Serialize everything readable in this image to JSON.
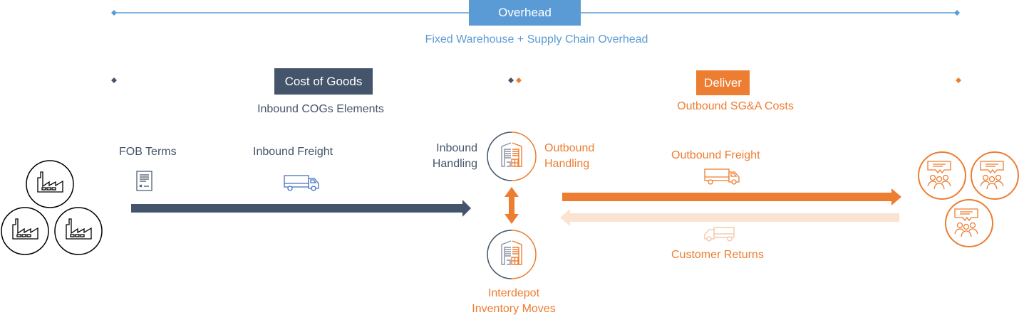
{
  "colors": {
    "overhead": "#5b9bd5",
    "cost_of_goods": "#44546a",
    "deliver": "#ed7d31",
    "returns": "#fbe3d1"
  },
  "overhead": {
    "badge": "Overhead",
    "subtitle": "Fixed Warehouse + Supply Chain Overhead"
  },
  "cost_of_goods": {
    "badge": "Cost of Goods",
    "subtitle": "Inbound COGs Elements"
  },
  "deliver": {
    "badge": "Deliver",
    "subtitle": "Outbound SG&A Costs"
  },
  "inbound": {
    "fob_terms": {
      "label": "FOB Terms",
      "icon": "document-icon"
    },
    "inbound_freight": {
      "label": "Inbound Freight",
      "icon": "truck-icon"
    },
    "inbound_handling": {
      "line1": "Inbound",
      "line2": "Handling"
    }
  },
  "warehouse": {
    "outbound_handling": {
      "line1": "Outbound",
      "line2": "Handling"
    },
    "interdepot": {
      "line1": "Interdepot",
      "line2": "Inventory Moves"
    },
    "icon": "warehouse-icon"
  },
  "outbound": {
    "outbound_freight": {
      "label": "Outbound Freight",
      "icon": "truck-icon"
    },
    "customer_returns": {
      "label": "Customer Returns",
      "icon": "truck-icon"
    }
  },
  "suppliers": {
    "icon": "factory-icon",
    "count": 3
  },
  "customers": {
    "icon": "customer-group-icon",
    "count": 3
  }
}
